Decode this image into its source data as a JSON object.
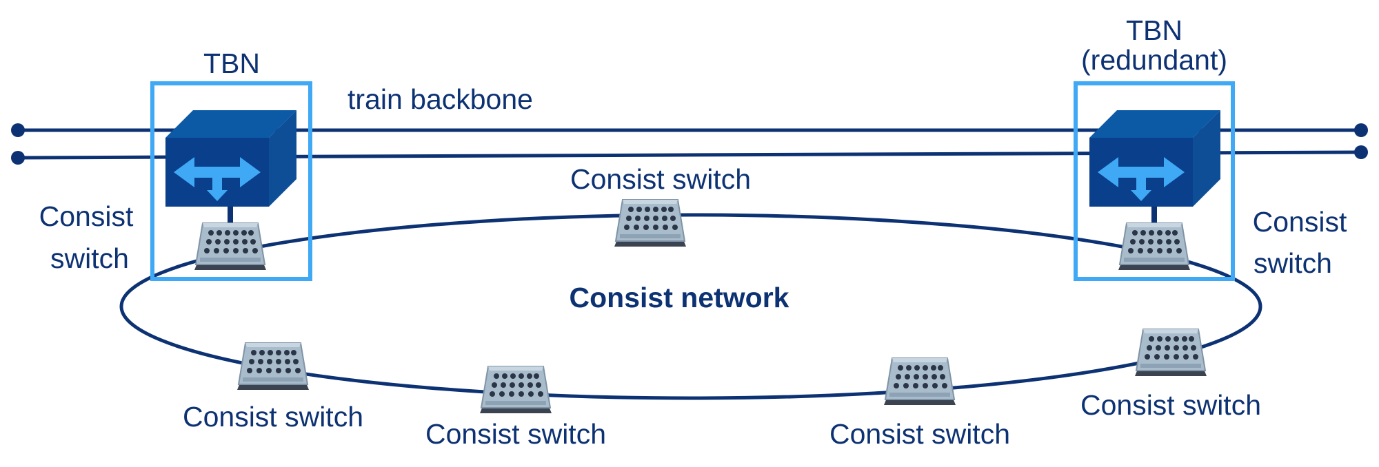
{
  "colors": {
    "line": "#0d3273",
    "tbn_frame": "#3fa9f5",
    "tbn_top": "#0c5aa6",
    "tbn_front": "#0a3f8c",
    "tbn_side": "#0e4e96",
    "arrow": "#3fa9f5",
    "switch_body": "#a9bccc",
    "switch_port": "#2a3547",
    "switch_base": "#3b4350"
  },
  "icons": {
    "tbn": "network-switch-box-icon",
    "consist_switch": "ethernet-switch-icon"
  },
  "labels": {
    "tbn_left": "TBN",
    "tbn_right_line1": "TBN",
    "tbn_right_line2": "(redundant)",
    "backbone": "train backbone",
    "consist_network": "Consist network",
    "cs_left_line1": "Consist",
    "cs_left_line2": "switch",
    "cs_right_line1": "Consist",
    "cs_right_line2": "switch",
    "cs_top": "Consist switch",
    "cs_bottom_1": "Consist switch",
    "cs_bottom_2": "Consist switch",
    "cs_bottom_3": "Consist switch",
    "cs_bottom_4": "Consist switch"
  }
}
